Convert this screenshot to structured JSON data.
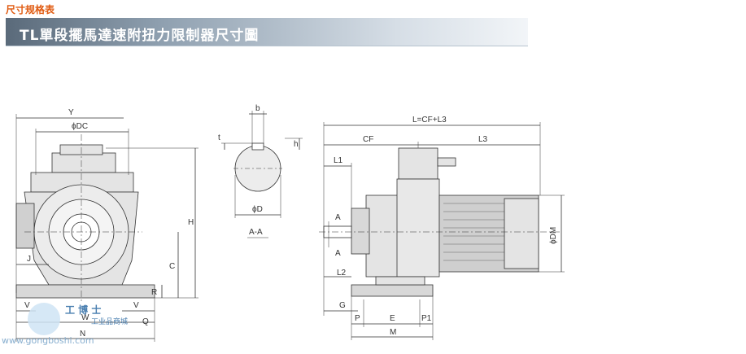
{
  "header": {
    "section_label": "尺寸规格表",
    "title": "TL單段擺馬達速附扭力限制器尺寸圖"
  },
  "diagram": {
    "colors": {
      "line": "#333333",
      "body": "#e4e4e4",
      "bodyDark": "#c8c8c8",
      "motor": "#cfcfcf"
    },
    "front_view_labels": {
      "y": "Y",
      "dc": "ϕDC",
      "h": "H",
      "c": "C",
      "r": "R",
      "j": "J",
      "v": "V",
      "w": "W",
      "n": "N",
      "q": "Q"
    },
    "section_view_labels": {
      "b": "b",
      "t": "t",
      "h_small": "h",
      "d": "ϕD",
      "section": "A-A"
    },
    "side_view_labels": {
      "l_total": "L=CF+L3",
      "cf": "CF",
      "l3": "L3",
      "l1": "L1",
      "l2": "L2",
      "a_top": "A",
      "a_bottom": "A",
      "dm": "ϕDM",
      "g": "G",
      "p": "P",
      "e": "E",
      "p1": "P1",
      "m": "M"
    }
  },
  "watermark": {
    "brand": "工 博 士",
    "tagline": "工业品商城",
    "url": "www.gongboshi.com"
  }
}
